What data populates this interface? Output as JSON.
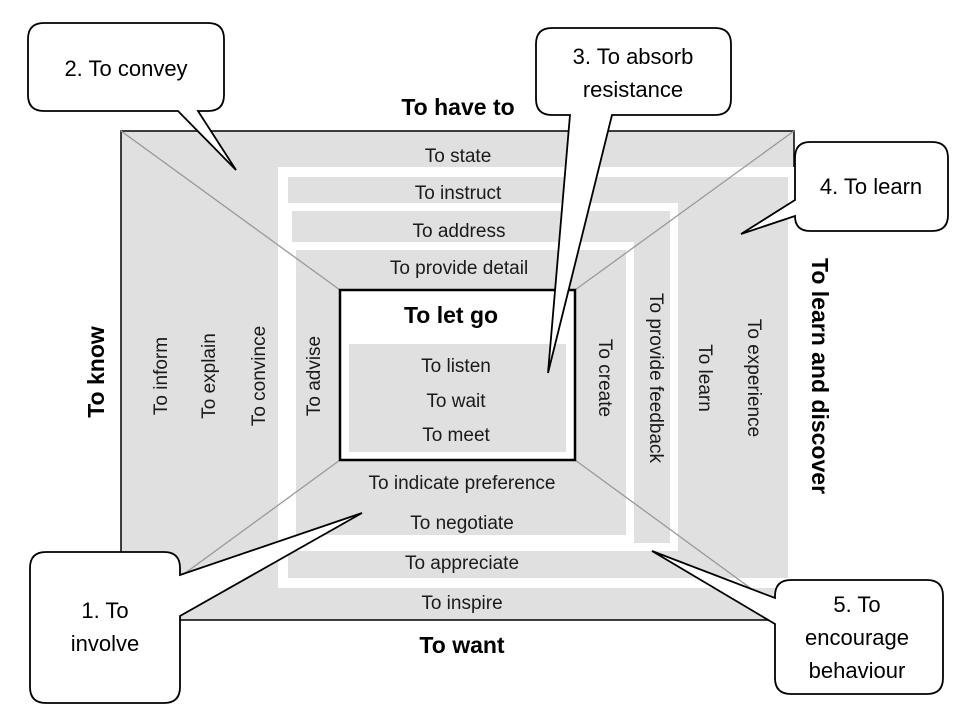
{
  "sides": {
    "top": "To have to",
    "bottom": "To want",
    "left": "To know",
    "right": "To learn and discover"
  },
  "center": {
    "title": "To let go",
    "items": [
      "To listen",
      "To wait",
      "To meet"
    ]
  },
  "top_items": [
    "To state",
    "To instruct",
    "To address",
    "To provide detail"
  ],
  "bottom_items": [
    "To indicate preference",
    "To negotiate",
    "To appreciate",
    "To inspire"
  ],
  "left_items": [
    "To inform",
    "To explain",
    "To convince",
    "To advise"
  ],
  "right_items": [
    "To create",
    "To provide feedback",
    "To learn",
    "To experience"
  ],
  "callouts": {
    "c1": [
      "1. To",
      "involve"
    ],
    "c2": [
      "2. To convey"
    ],
    "c3": [
      "3. To absorb",
      "resistance"
    ],
    "c4": [
      "4. To learn"
    ],
    "c5": [
      "5. To",
      "encourage",
      "behaviour"
    ]
  },
  "colors": {
    "band": "#e0e0e0",
    "gap": "#ffffff",
    "outline": "#000000",
    "diagonal": "#999999"
  }
}
